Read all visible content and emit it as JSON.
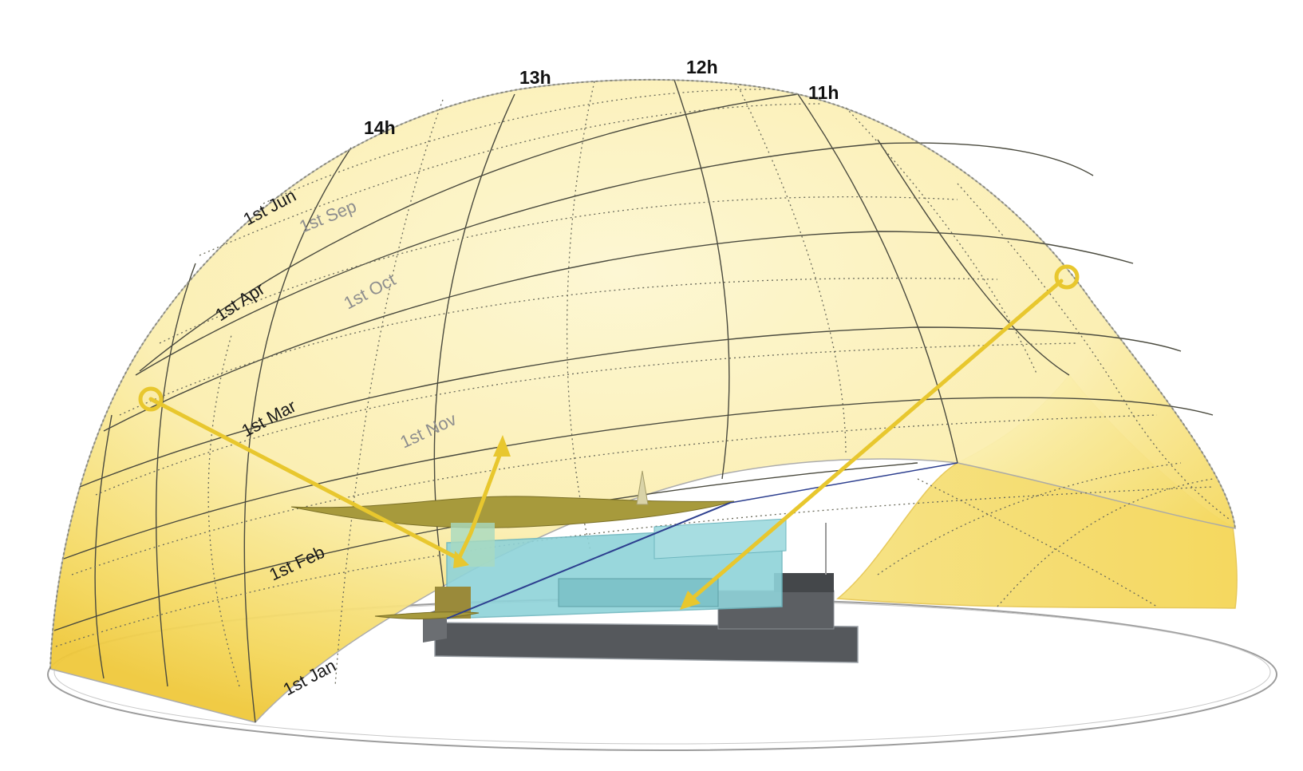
{
  "hour_labels": {
    "h14": "14h",
    "h13": "13h",
    "h12": "12h",
    "h11": "11h"
  },
  "date_labels_front": {
    "jun": "1st Jun",
    "apr": "1st Apr",
    "mar": "1st Mar",
    "feb": "1st Feb",
    "jan": "1st Jan"
  },
  "date_labels_back": {
    "sep": "1st Sep",
    "oct": "1st Oct",
    "nov": "1st Nov"
  },
  "colors": {
    "dome_light": "#fbf3bd",
    "dome_edge": "#f1d24a",
    "arrow": "#e8c72e",
    "grid": "#5a5a4a",
    "building_dark": "#55585c",
    "glass": "#8fd3d9",
    "roof": "#a79a3c"
  }
}
